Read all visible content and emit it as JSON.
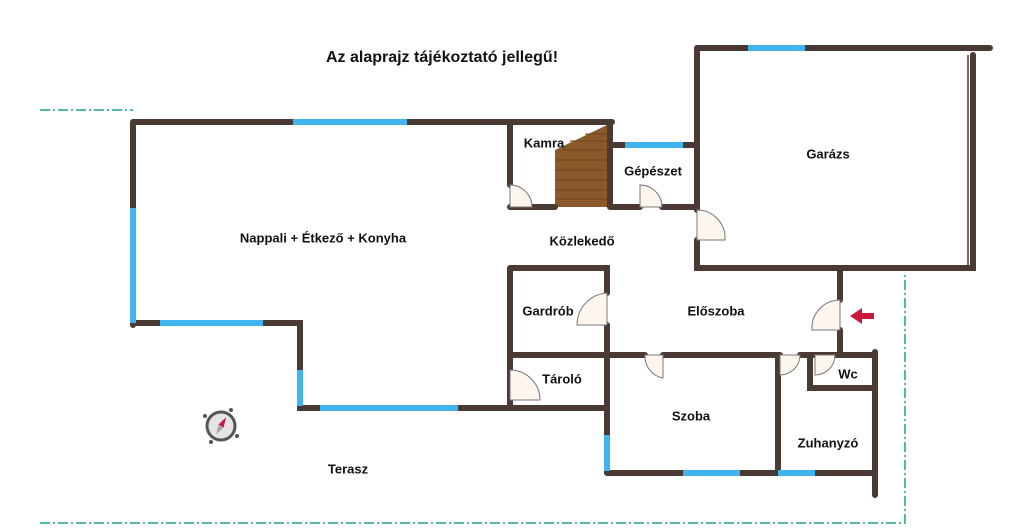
{
  "title": "Az alaprajz tájékoztató jellegű!",
  "rooms": {
    "nappali": "Nappali + Étkező + Konyha",
    "kamra": "Kamra",
    "gepeszet": "Gépészet",
    "garazs": "Garázs",
    "kozlekedo": "Közlekedő",
    "gardrob": "Gardrób",
    "eloszoba": "Előszoba",
    "tarolo": "Tároló",
    "szoba": "Szoba",
    "wc": "Wc",
    "zuhanyzo": "Zuhanyzó",
    "terasz": "Terasz"
  },
  "colors": {
    "wall": "#4b3a33",
    "window": "#3fb4ee",
    "boundary": "#19a38c",
    "entry_arrow": "#c8183c",
    "stairs": "#8a5a2b"
  }
}
